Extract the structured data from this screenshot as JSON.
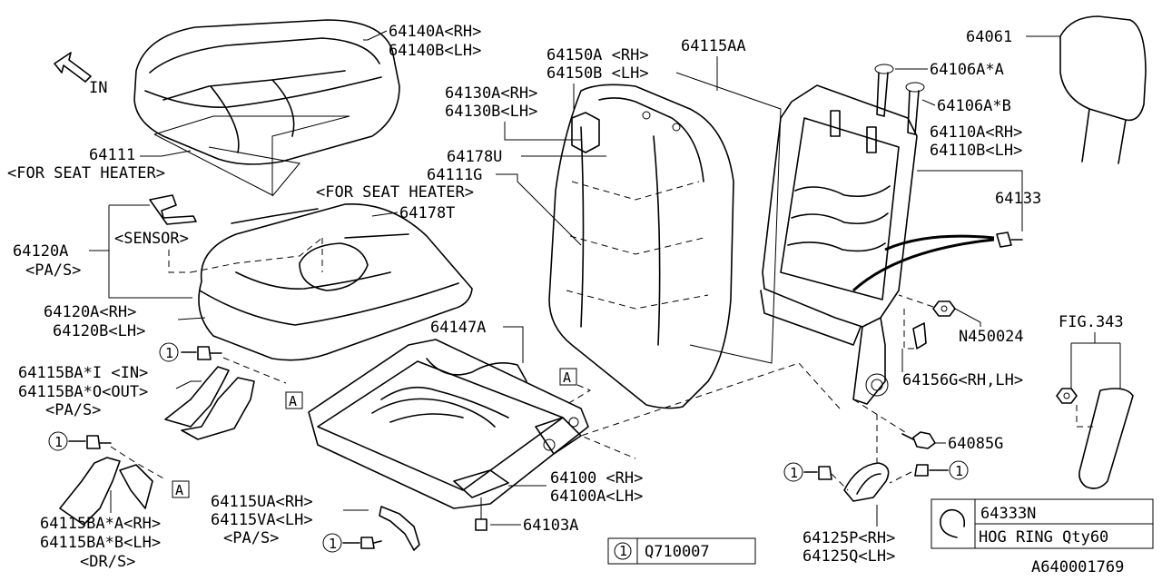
{
  "diagram_id": "A640001769",
  "direction_label": "IN",
  "callout_letter": "A",
  "circle_ref": "1",
  "labels": {
    "cushion_cover": [
      "64140A<RH>",
      "64140B<LH>"
    ],
    "heater_mat": [
      "64111",
      "<FOR SEAT HEATER>"
    ],
    "back_cover": [
      "64150A <RH>",
      "64150B <LH>"
    ],
    "back_pad": "64115AA",
    "back_panel": [
      "64130A<RH>",
      "64130B<LH>"
    ],
    "hook_u": "64178U",
    "back_heater": [
      "64111G",
      "<FOR SEAT HEATER>"
    ],
    "hook_t": "64178T",
    "sensor_group": [
      "64120A",
      "<PA/S>"
    ],
    "sensor_note": "<SENSOR>",
    "cushion_pad": [
      "64120A<RH>",
      "64120B<LH>"
    ],
    "cushion_frame": "64147A",
    "side_cover": [
      "64115BA*I <IN>",
      "64115BA*O<OUT>",
      "<PA/S>"
    ],
    "dr_cover": [
      "64115BA*A<RH>",
      "64115BA*B<LH>",
      "<DR/S>"
    ],
    "under_cover": [
      "64115UA<RH>",
      "64115VA<LH>",
      "<PA/S>"
    ],
    "frame": [
      "64100  <RH>",
      "64100A<LH>"
    ],
    "clip": "64103A",
    "headrest": "64061",
    "guide_a": "64106A*A",
    "guide_b": "64106A*B",
    "back_frame": [
      "64110A<RH>",
      "64110B<LH>"
    ],
    "harness": "64133",
    "nut": "N450024",
    "fig_ref": "FIG.343",
    "bracket": "64156G<RH,LH>",
    "bolt": "64085G",
    "recliner_cover": [
      "64125P<RH>",
      "64125Q<LH>"
    ]
  },
  "legend": {
    "ref": "1",
    "part": "Q710007"
  },
  "hog_ring": {
    "part": "64333N",
    "desc": "HOG RING Qty60"
  }
}
